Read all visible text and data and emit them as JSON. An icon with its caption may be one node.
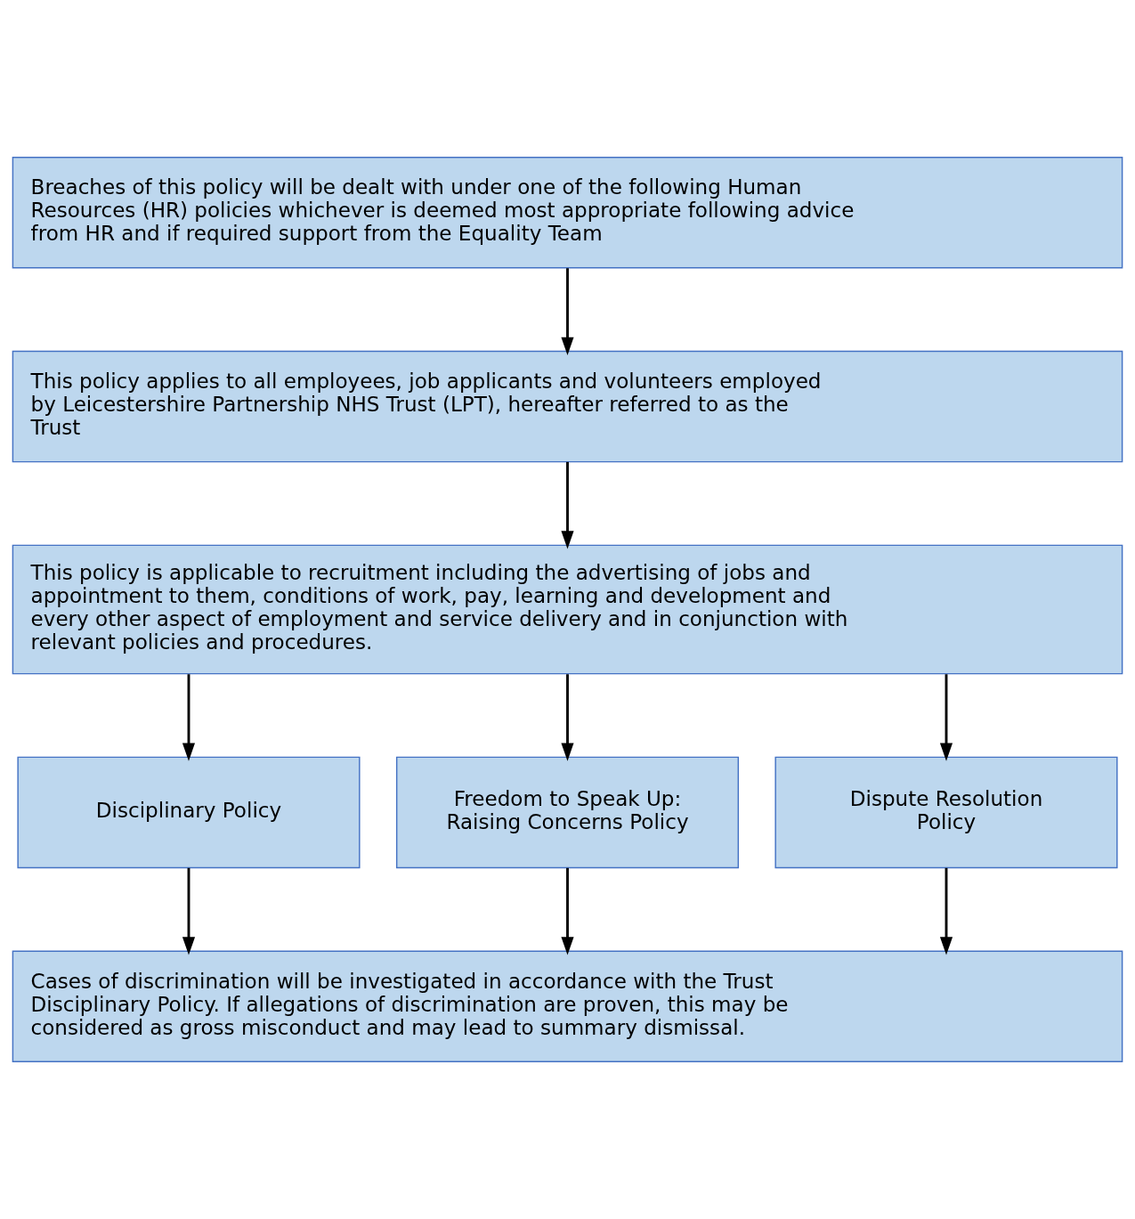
{
  "diagram": {
    "nodes": [
      {
        "text": [
          "Breaches of this policy will be dealt with under one of the following Human Resources (HR) policies whichever is deemed most appropriate following advice from HR and if required support from the Equality Team"
        ]
      },
      {
        "text": [
          "This policy applies to all employees, job applicants and volunteers employed by Leicestershire Partnership NHS Trust (LPT), hereafter referred to as the Trust"
        ]
      },
      {
        "text": [
          "This policy is applicable to recruitment including the advertising of jobs and appointment to them, conditions of work, pay, learning and development and every other aspect of employment and service delivery and in conjunction with relevant policies and procedures."
        ]
      },
      {
        "text": [
          "Disciplinary Policy"
        ]
      },
      {
        "text": [
          "Freedom to Speak Up: Raising Concerns Policy"
        ]
      },
      {
        "text": [
          "Dispute Resolution Policy"
        ]
      },
      {
        "text": [
          "Cases of discrimination will be investigated in accordance with the Trust Disciplinary Policy. If allegations of discrimination are proven, this may be considered as gross misconduct and may lead to summary dismissal."
        ]
      }
    ],
    "edges": [
      {
        "from": 0,
        "to": 1,
        "arrow": "to"
      },
      {
        "from": 1,
        "to": 2,
        "arrow": "to"
      },
      {
        "from": 2,
        "to": 3,
        "arrow": "to"
      },
      {
        "from": 2,
        "to": 4,
        "arrow": "to"
      },
      {
        "from": 2,
        "to": 5,
        "arrow": "to"
      },
      {
        "from": 3,
        "to": 6,
        "arrow": "to"
      },
      {
        "from": 4,
        "to": 6,
        "arrow": "to"
      },
      {
        "from": 5,
        "to": 6,
        "arrow": "to"
      }
    ]
  }
}
